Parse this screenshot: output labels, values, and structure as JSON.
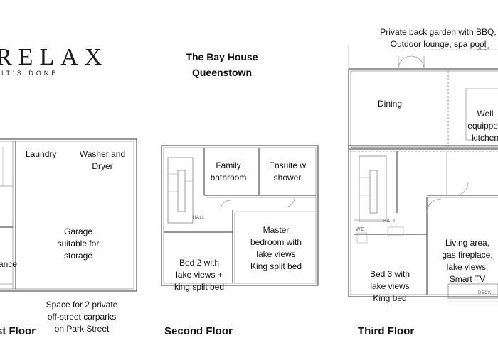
{
  "brand": {
    "logo_text": "RELAX",
    "tagline": "IT'S DONE"
  },
  "header": {
    "line1": "The Bay House",
    "line2": "Queenstown"
  },
  "floors": {
    "first": {
      "caption": "First Floor",
      "labels": {
        "laundry": "Laundry",
        "washer_dryer": "Washer and\nDryer",
        "garage": "Garage\nsuitable for\nstorage",
        "entrance": "Entrance",
        "carparks": "Space for 2 private\noff-street carparks\non Park Street"
      }
    },
    "second": {
      "caption": "Second Floor",
      "labels": {
        "family_bathroom": "Family\nbathroom",
        "ensuite": "Ensuite w\nshower",
        "master": "Master\nbedroom with\nlake views\nKing split bed",
        "bed2": "Bed 2 with\nlake views +\nking split bed",
        "hall": "HALL"
      }
    },
    "third": {
      "caption": "Third Floor",
      "labels": {
        "garden": "Private back garden with BBQ,\nOutdoor lounge, spa pool",
        "deck_top": "DECK",
        "dining": "Dining",
        "kitchen": "Well\nequipped\nkitchen",
        "wc": "WC",
        "hall": "HALL",
        "living": "Living area,\ngas fireplace,\nlake views,\nSmart TV",
        "bed3": "Bed 3 with\nlake views\nKing bed",
        "deck_bottom": "DECK"
      }
    }
  }
}
